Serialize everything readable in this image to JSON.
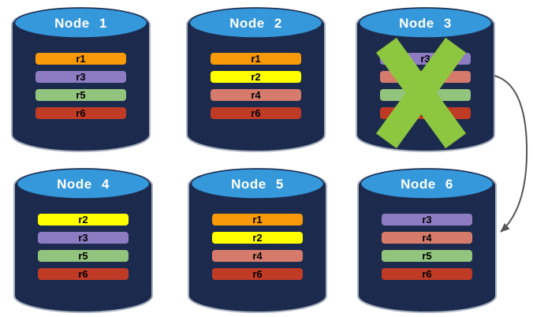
{
  "palette": {
    "canvas_bg": "#FFFFFF",
    "cylinder_body": "#1C2B4D",
    "cylinder_top": "#3598DB",
    "cylinder_outline": "#A9B2C0",
    "title_color": "#FFFFFF",
    "row_text": "#000000",
    "failure_x": "#8DC63F",
    "arrow": "#555555"
  },
  "nodes": [
    {
      "title": "Node 1",
      "failed": false,
      "rows": [
        {
          "label": "r1",
          "color": "#F79908"
        },
        {
          "label": "r3",
          "color": "#8E7CC3"
        },
        {
          "label": "r5",
          "color": "#93C47D"
        },
        {
          "label": "r6",
          "color": "#C03B26"
        }
      ]
    },
    {
      "title": "Node 2",
      "failed": false,
      "rows": [
        {
          "label": "r1",
          "color": "#F79908"
        },
        {
          "label": "r2",
          "color": "#FFFF00"
        },
        {
          "label": "r4",
          "color": "#D67B6C"
        },
        {
          "label": "r6",
          "color": "#C03B26"
        }
      ]
    },
    {
      "title": "Node 3",
      "failed": true,
      "rows": [
        {
          "label": "r3",
          "color": "#8E7CC3"
        },
        {
          "label": "r4",
          "color": "#D67B6C"
        },
        {
          "label": "r5",
          "color": "#93C47D"
        },
        {
          "label": "r6",
          "color": "#C03B26"
        }
      ]
    },
    {
      "title": "Node 4",
      "failed": false,
      "rows": [
        {
          "label": "r2",
          "color": "#FFFF00"
        },
        {
          "label": "r3",
          "color": "#8E7CC3"
        },
        {
          "label": "r5",
          "color": "#93C47D"
        },
        {
          "label": "r6",
          "color": "#C03B26"
        }
      ]
    },
    {
      "title": "Node 5",
      "failed": false,
      "rows": [
        {
          "label": "r1",
          "color": "#F79908"
        },
        {
          "label": "r2",
          "color": "#FFFF00"
        },
        {
          "label": "r4",
          "color": "#D67B6C"
        },
        {
          "label": "r6",
          "color": "#C03B26"
        }
      ]
    },
    {
      "title": "Node 6",
      "failed": false,
      "rows": [
        {
          "label": "r3",
          "color": "#8E7CC3"
        },
        {
          "label": "r4",
          "color": "#D67B6C"
        },
        {
          "label": "r5",
          "color": "#93C47D"
        },
        {
          "label": "r6",
          "color": "#C03B26"
        }
      ]
    }
  ],
  "annotations": {
    "failure_x_on": "Node 3",
    "arrow_from": "Node 3",
    "arrow_to": "Node 6"
  }
}
